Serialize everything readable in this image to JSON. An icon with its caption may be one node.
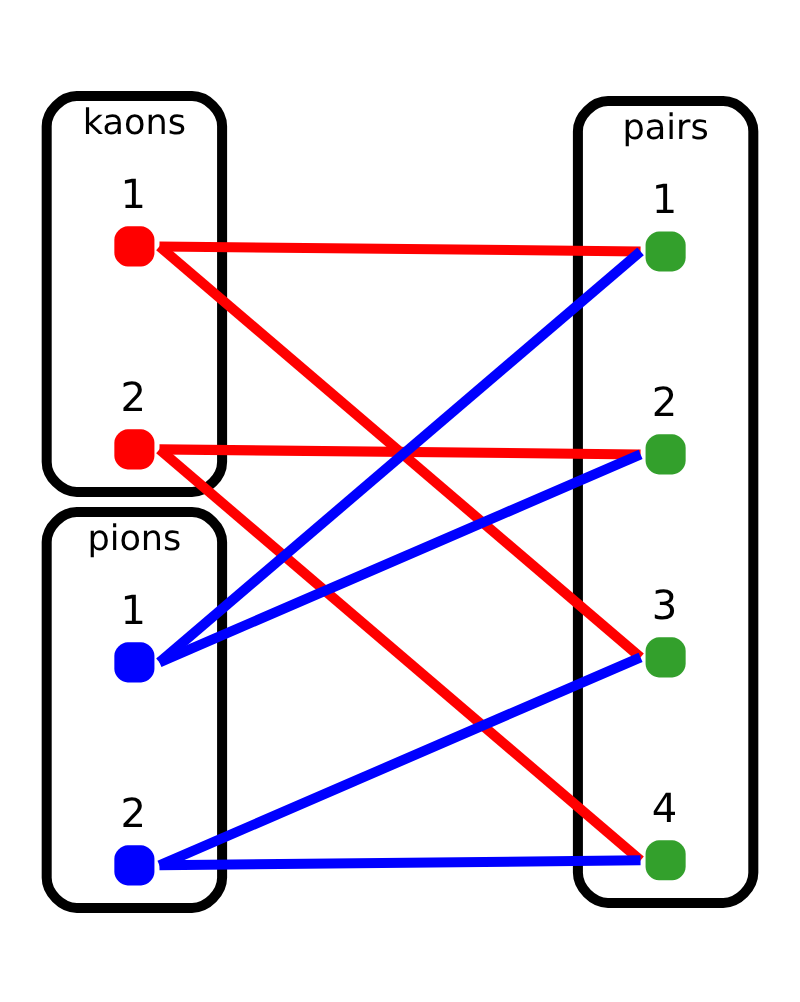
{
  "diagram": {
    "nodes": [
      {
        "text": [
          "kaons"
        ]
      },
      {
        "text": [],
        "shape": "circle",
        "beside": [
          "1"
        ],
        "in": 0
      },
      {
        "text": [],
        "shape": "circle",
        "beside": [
          "2"
        ],
        "in": 0
      },
      {
        "text": [
          "pions"
        ]
      },
      {
        "text": [],
        "shape": "circle",
        "beside": [
          "1"
        ],
        "in": 3
      },
      {
        "text": [],
        "shape": "circle",
        "beside": [
          "2"
        ],
        "in": 3
      },
      {
        "text": [
          "pairs"
        ]
      },
      {
        "text": [],
        "shape": "circle",
        "beside": [
          "1"
        ],
        "in": 6
      },
      {
        "text": [],
        "shape": "circle",
        "beside": [
          "2"
        ],
        "in": 6
      },
      {
        "text": [],
        "shape": "circle",
        "beside": [
          "3"
        ],
        "in": 6
      },
      {
        "text": [],
        "shape": "circle",
        "beside": [
          "4"
        ],
        "in": 6
      }
    ],
    "edges": [
      {
        "from": 1,
        "to": 7,
        "arrow": "none",
        "color": "#ff0000"
      },
      {
        "from": 1,
        "to": 9,
        "arrow": "none",
        "color": "#ff0000"
      },
      {
        "from": 2,
        "to": 8,
        "arrow": "none",
        "color": "#ff0000"
      },
      {
        "from": 2,
        "to": 10,
        "arrow": "none",
        "color": "#ff0000"
      },
      {
        "from": 4,
        "to": 7,
        "arrow": "none",
        "color": "#0000ff"
      },
      {
        "from": 4,
        "to": 8,
        "arrow": "none",
        "color": "#0000ff"
      },
      {
        "from": 5,
        "to": 9,
        "arrow": "none",
        "color": "#0000ff"
      },
      {
        "from": 5,
        "to": 10,
        "arrow": "none",
        "color": "#0000ff"
      }
    ]
  }
}
